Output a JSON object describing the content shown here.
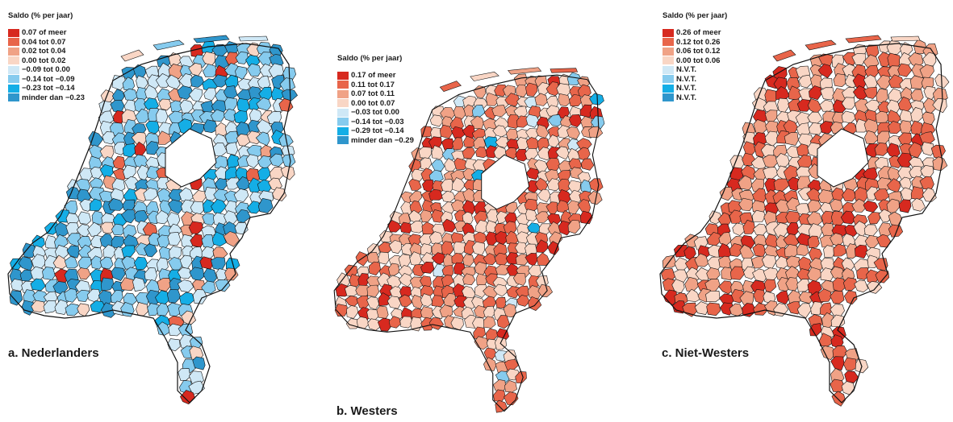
{
  "legend_title": "Saldo (% per jaar)",
  "panels": [
    {
      "id": "a",
      "caption": "a. Nederlanders",
      "legend": [
        {
          "label": "0.07 of meer",
          "color": "#d7291f"
        },
        {
          "label": "0.04 tot 0.07",
          "color": "#e8654a"
        },
        {
          "label": "0.02 tot 0.04",
          "color": "#f0a286"
        },
        {
          "label": "0.00 tot 0.02",
          "color": "#f9d6c5"
        },
        {
          "label": "−0.09 tot 0.00",
          "color": "#cfe8f6"
        },
        {
          "label": "−0.14 tot −0.09",
          "color": "#86cbee"
        },
        {
          "label": "−0.23 tot −0.14",
          "color": "#14aee6"
        },
        {
          "label": "minder dan −0.23",
          "color": "#2f96cc"
        }
      ]
    },
    {
      "id": "b",
      "caption": "b. Westers",
      "legend": [
        {
          "label": "0.17 of meer",
          "color": "#d7291f"
        },
        {
          "label": "0.11 tot 0.17",
          "color": "#e8654a"
        },
        {
          "label": "0.07 tot 0.11",
          "color": "#f0a286"
        },
        {
          "label": "0.00 tot 0.07",
          "color": "#f9d6c5"
        },
        {
          "label": "−0.03 tot 0.00",
          "color": "#cfe8f6"
        },
        {
          "label": "−0.14 tot −0.03",
          "color": "#86cbee"
        },
        {
          "label": "−0.29 tot −0.14",
          "color": "#14aee6"
        },
        {
          "label": "minder dan −0.29",
          "color": "#2f96cc"
        }
      ]
    },
    {
      "id": "c",
      "caption": "c. Niet-Westers",
      "legend": [
        {
          "label": "0.26 of meer",
          "color": "#d7291f"
        },
        {
          "label": "0.12 tot 0.26",
          "color": "#e8654a"
        },
        {
          "label": "0.06 tot 0.12",
          "color": "#f0a286"
        },
        {
          "label": "0.00 tot 0.06",
          "color": "#f9d6c5"
        },
        {
          "label": "N.V.T.",
          "color": "#cfe8f6"
        },
        {
          "label": "N.V.T.",
          "color": "#86cbee"
        },
        {
          "label": "N.V.T.",
          "color": "#14aee6"
        },
        {
          "label": "N.V.T.",
          "color": "#2f96cc"
        }
      ]
    }
  ]
}
